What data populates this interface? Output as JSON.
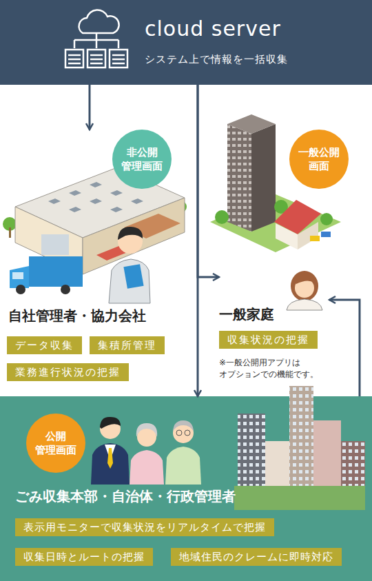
{
  "diagram": {
    "nodes": [
      {
        "text": [
          "cloud server",
          "システム上で情報を一括収集"
        ]
      },
      {
        "text": [
          "自社管理者・協力会社"
        ]
      },
      {
        "text": [
          "非公開 管理画面"
        ],
        "in": 1
      },
      {
        "text": [
          "データ収集"
        ],
        "in": 1
      },
      {
        "text": [
          "集積所管理"
        ],
        "in": 1
      },
      {
        "text": [
          "業務進行状況の把握"
        ],
        "in": 1
      },
      {
        "text": [
          "一般公開 画面"
        ]
      },
      {
        "text": [
          "一般家庭"
        ]
      },
      {
        "text": [
          "収集状況の把握"
        ],
        "in": 7
      },
      {
        "text": [
          "ごみ収集本部・自治体・行政管理者"
        ]
      },
      {
        "text": [
          "公開 管理画面"
        ],
        "in": 9
      },
      {
        "text": [
          "表示用モニターで収集状況をリアルタイムで把握"
        ],
        "in": 9
      },
      {
        "text": [
          "収集日時とルートの把握"
        ],
        "in": 9
      },
      {
        "text": [
          "地域住民のクレームに即時対応"
        ],
        "in": 9
      }
    ],
    "edges": [
      {
        "from": 0,
        "to": 1,
        "arrow": "to"
      },
      {
        "from": 0,
        "to": 7,
        "arrow": "to"
      },
      {
        "from": 0,
        "to": 9,
        "arrow": "to"
      },
      {
        "from": 9,
        "to": 7,
        "arrow": "to"
      }
    ],
    "labels": [
      "※一般公開用アプリは オプションでの機能です。"
    ]
  }
}
